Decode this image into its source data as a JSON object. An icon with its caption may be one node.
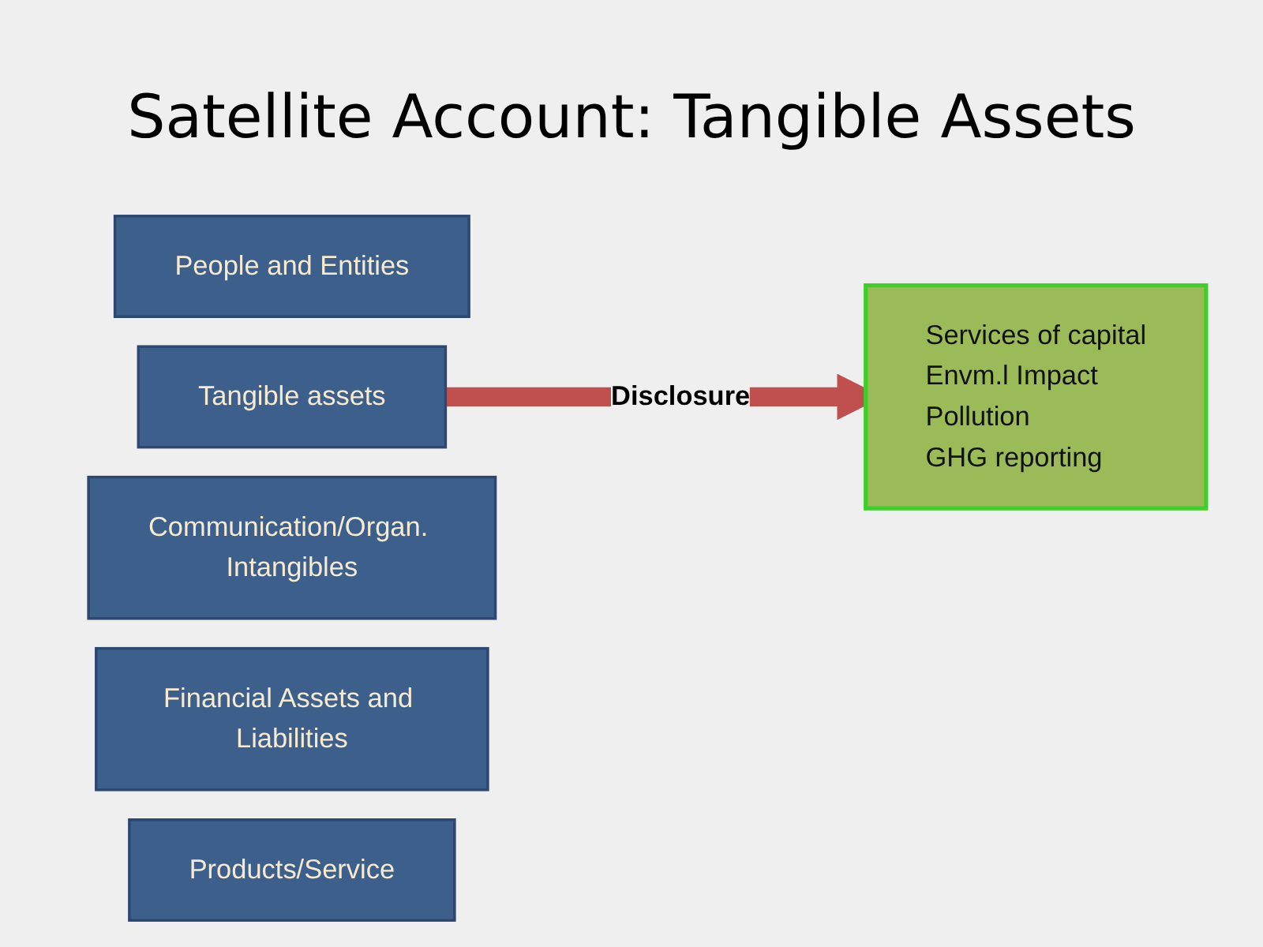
{
  "diagram": {
    "title": "Satellite Account: Tangible Assets",
    "nodes": [
      {
        "text": [
          "People and Entities"
        ]
      },
      {
        "text": [
          "Tangible assets"
        ]
      },
      {
        "text": [
          "Communication/Organ. Intangibles"
        ]
      },
      {
        "text": [
          "Financial Assets and Liabilities"
        ]
      },
      {
        "text": [
          "Products/Service"
        ]
      },
      {
        "text": [
          "Services of capital",
          "Envm.l Impact",
          "Pollution",
          "GHG reporting"
        ]
      }
    ],
    "edges": [
      {
        "from": 1,
        "to": 5,
        "arrow": "to",
        "label": "Disclosure",
        "color": "#c0504d"
      }
    ]
  }
}
